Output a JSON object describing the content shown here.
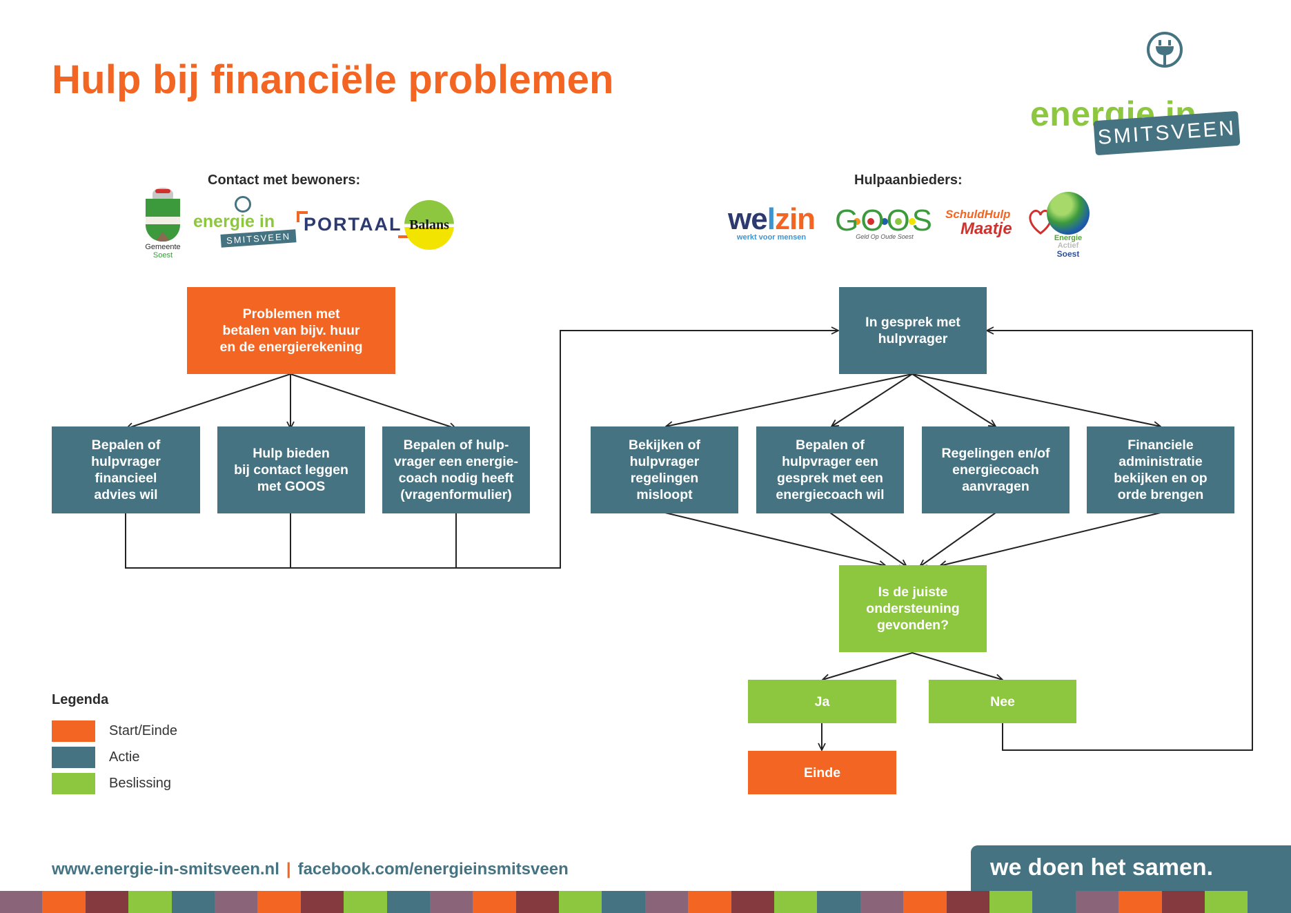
{
  "title": "Hulp bij financiële problemen",
  "brand": {
    "logo_word": "energie in",
    "logo_tag": "SMITSVEEN",
    "colors": {
      "orange": "#f26522",
      "teal": "#457382",
      "green": "#8dc63f",
      "maroon": "#853a3f",
      "mauve": "#8a6478"
    }
  },
  "contact_section": {
    "label": "Contact met bewoners:",
    "logos": [
      {
        "name": "Gemeente Soest",
        "line1": "Gemeente",
        "line2": "Soest"
      },
      {
        "name": "energie in Smitsveen",
        "word": "energie in",
        "tag": "SMITSVEEN"
      },
      {
        "name": "Portaal",
        "text": "PORTAAL"
      },
      {
        "name": "Balans",
        "text": "Balans"
      }
    ]
  },
  "providers_section": {
    "label": "Hulpaanbieders:",
    "logos": [
      {
        "name": "Welzin",
        "part1": "we",
        "part2": "l",
        "part3": "zin",
        "tagline": "werkt voor mensen"
      },
      {
        "name": "GOOS",
        "text": "GOOS",
        "tagline": "Geld Op Oude Soest",
        "dot_colors": [
          "#f7931e",
          "#d0312d",
          "#1f5fa8",
          "#8dc63f",
          "#f3e400"
        ]
      },
      {
        "name": "SchuldHulpMaatje",
        "line1": "SchuldHulp",
        "line2": "Maatje"
      },
      {
        "name": "Energie Actief Soest",
        "line1": "Energie",
        "line2": "Actief",
        "line3": "Soest"
      }
    ]
  },
  "flow": {
    "start": "Problemen met\nbetalen van bijv. huur\nen de energierekening",
    "left_actions": [
      "Bepalen of\nhulpvrager\nfinancieel\nadvies wil",
      "Hulp bieden\nbij contact leggen\nmet GOOS",
      "Bepalen of hulp-\nvrager een energie-\ncoach nodig heeft\n(vragenformulier)"
    ],
    "conversation": "In gesprek met\nhulpvrager",
    "right_actions": [
      "Bekijken of\nhulpvrager\nregelingen\nmisloopt",
      "Bepalen of\nhulpvrager een\ngesprek met een\nenergiecoach wil",
      "Regelingen en/of\nenergiecoach\naanvragen",
      "Financiele\nadministratie\nbekijken en op\norde brengen"
    ],
    "decision": "Is de juiste\nondersteuning\ngevonden?",
    "yes": "Ja",
    "no": "Nee",
    "end": "Einde"
  },
  "legend": {
    "title": "Legenda",
    "items": [
      {
        "label": "Start/Einde",
        "color": "#f26522"
      },
      {
        "label": "Actie",
        "color": "#457382"
      },
      {
        "label": "Beslissing",
        "color": "#8dc63f"
      }
    ]
  },
  "footer": {
    "website": "www.energie-in-smitsveen.nl",
    "separator": "|",
    "facebook": "facebook.com/energieinsmitsveen",
    "slogan": "we doen het samen.",
    "strip_colors": [
      "#8a6478",
      "#f26522",
      "#853a3f",
      "#8dc63f",
      "#457382",
      "#8a6478",
      "#f26522",
      "#853a3f",
      "#8dc63f",
      "#457382",
      "#8a6478",
      "#f26522",
      "#853a3f",
      "#8dc63f",
      "#457382",
      "#8a6478",
      "#f26522",
      "#853a3f",
      "#8dc63f",
      "#457382",
      "#8a6478",
      "#f26522",
      "#853a3f",
      "#8dc63f",
      "#457382",
      "#8a6478",
      "#f26522",
      "#853a3f",
      "#8dc63f",
      "#457382",
      "#8a6478",
      "#f26522",
      "#853a3f",
      "#8dc63f",
      "#457382",
      "#8a6478"
    ]
  }
}
